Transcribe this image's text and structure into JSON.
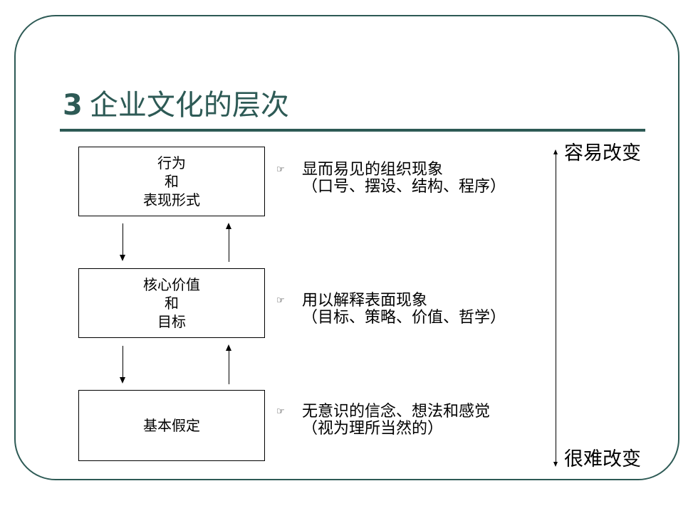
{
  "title": {
    "number": "3",
    "text": "企业文化的层次"
  },
  "levels": [
    {
      "lines": [
        "行为",
        "和",
        "表现形式"
      ]
    },
    {
      "lines": [
        "核心价值",
        "和",
        "目标"
      ]
    },
    {
      "lines": [
        "基本假定"
      ]
    }
  ],
  "descriptions": [
    {
      "line1": "显而易见的组织现象",
      "line2": "（口号、摆设、结构、程序）"
    },
    {
      "line1": "用以解释表面现象",
      "line2": "（目标、策略、价值、哲学）"
    },
    {
      "line1": "无意识的信念、想法和感觉",
      "line2": "（视为理所当然的）"
    }
  ],
  "bullet_icon": "pointing-hand-icon",
  "scale": {
    "top_label": "容易改变",
    "bottom_label": "很难改变"
  }
}
